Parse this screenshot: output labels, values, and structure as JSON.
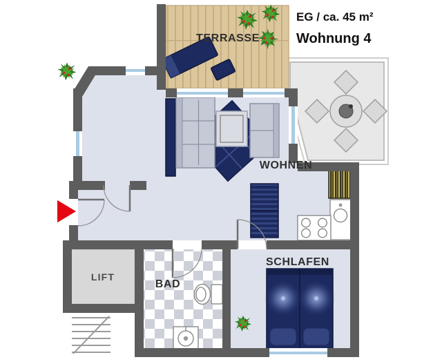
{
  "header": {
    "floor_area": "EG / ca. 45 m²",
    "apartment": "Wohnung 4"
  },
  "room_labels": {
    "terrace": "TERRASSE",
    "living": "WOHNEN",
    "bedroom": "SCHLAFEN",
    "bathroom": "BAD",
    "lift": "LIFT"
  },
  "colors": {
    "wall": "#5d5d5d",
    "floor": "#dde1ec",
    "wood": "#dcc79c",
    "wood_line": "#c3ab7e",
    "navy": "#1c2a5f",
    "navy_light": "#33447f",
    "bed_glow": "#93a6d8",
    "patio": "#e8e8e8",
    "patio_edge": "#bdbdbd",
    "furniture": "#c6cad6",
    "furniture_edge": "#8b90a3",
    "checker": "#cdd0d8",
    "window": "#a9cbe4",
    "accent_red": "#e30613",
    "plant_green": "#4aa32e",
    "plant_dark": "#2e7d24",
    "plant_berry": "#cf2a2a",
    "bamboo": "#c9b96a",
    "lift_floor": "#d8d8d8",
    "text": "#2f2f2f"
  }
}
